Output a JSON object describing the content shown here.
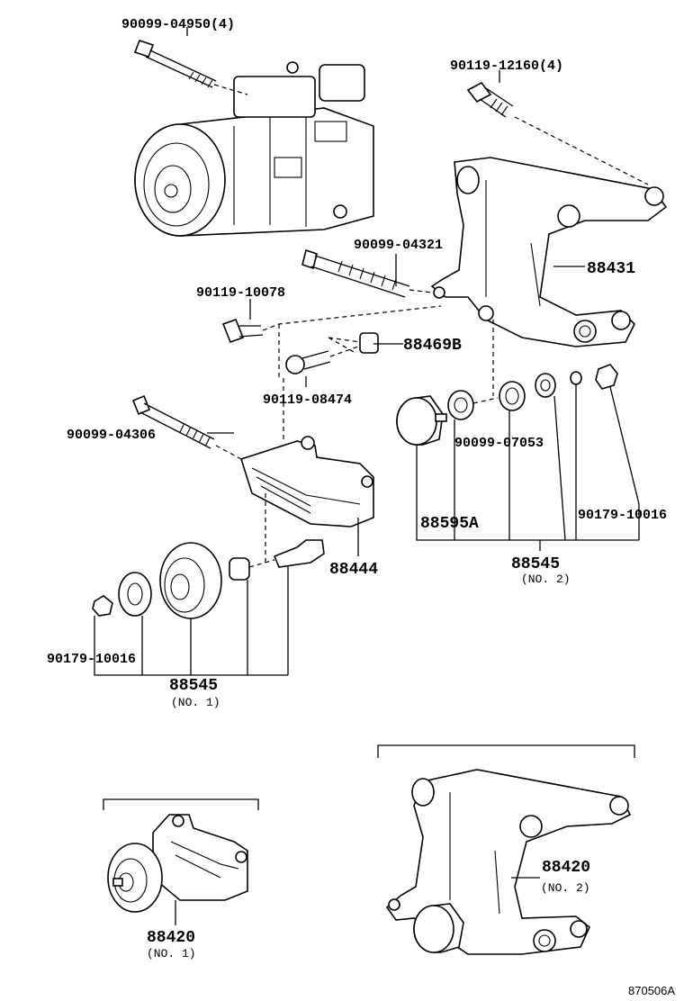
{
  "labels": {
    "bolt_04950": "90099-04950(4)",
    "bolt_12160": "90119-12160(4)",
    "bolt_04321": "90099-04321",
    "bracket_88431": "88431",
    "bolt_10078": "90119-10078",
    "part_88469b": "88469B",
    "bolt_08474": "90119-08474",
    "bolt_04306": "90099-04306",
    "ring_07053": "90099-07053",
    "nut_10016_right": "90179-10016",
    "bearing_88595a": "88595A",
    "bracket_88444": "88444",
    "pulley_no2_num": "88545",
    "pulley_no2_sub": "(NO. 2)",
    "nut_10016_left": "90179-10016",
    "pulley_no1_num": "88545",
    "pulley_no1_sub": "(NO. 1)",
    "assy_no1_num": "88420",
    "assy_no1_sub": "(NO. 1)",
    "assy_no2_num": "88420",
    "assy_no2_sub": "(NO. 2)",
    "drawing_code": "870506A"
  }
}
